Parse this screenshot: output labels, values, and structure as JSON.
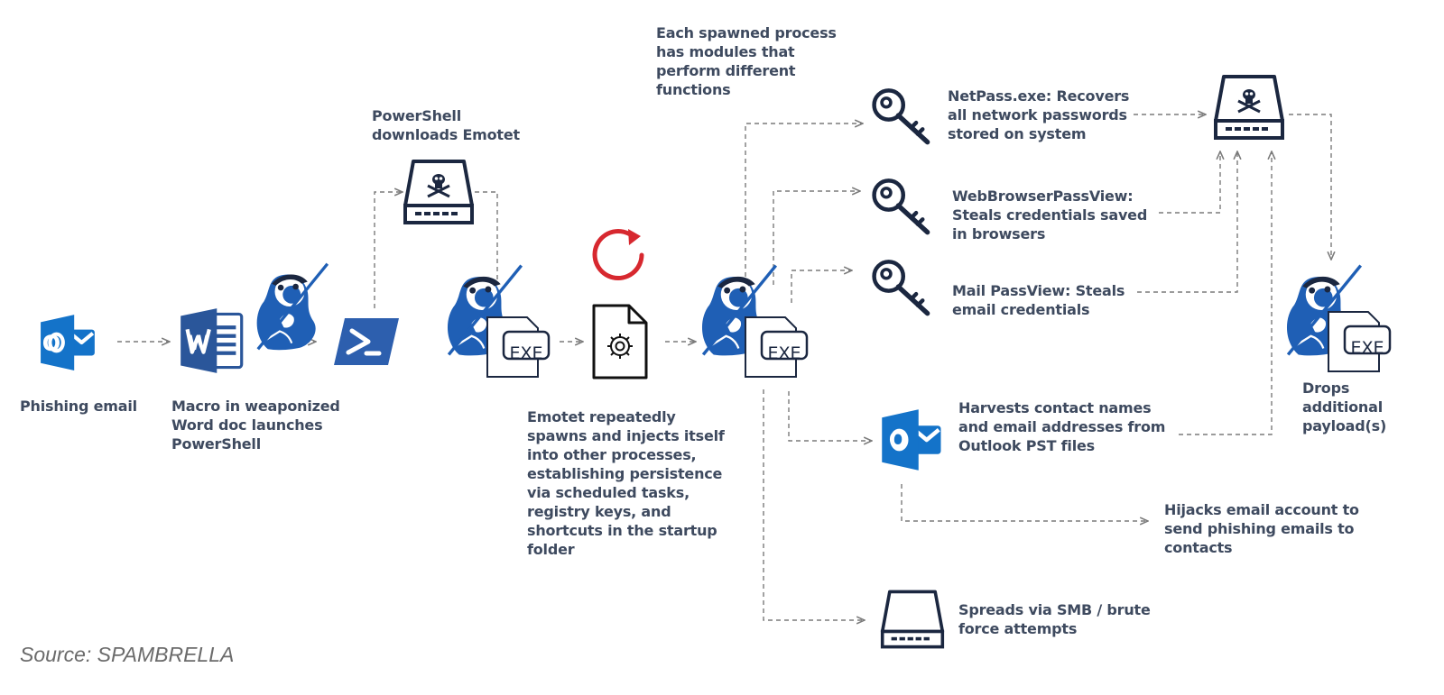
{
  "labels": {
    "phishing_email": "Phishing email",
    "macro": "Macro in weaponized\nWord doc launches\nPowerShell",
    "powershell_downloads": "PowerShell\ndownloads Emotet",
    "emotet_spawns": "Emotet repeatedly\nspawns and injects itself\ninto other  processes,\nestablishing persistence\nvia scheduled tasks,\nregistry keys,  and\nshortcuts in the startup\nfolder",
    "each_spawned": "Each spawned process\nhas  modules that\nperform different\nfunctions",
    "netpass": "NetPass.exe: Recovers\nall network passwords\nstored on system",
    "webbrowserpassview": "WebBrowserPassView:\nSteals credentials saved\nin browsers",
    "mailpassview": "Mail PassView: Steals\nemail credentials",
    "harvests": "Harvests contact names\nand email addresses from\nOutlook PST files",
    "hijacks": "Hijacks email account to\nsend phishing emails to\ncontacts",
    "spreads": "Spreads via SMB / brute\nforce attempts",
    "drops": "Drops\nadditional\npayload(s)"
  },
  "exe_label": "EXE",
  "outlook_letter": "O",
  "word_letter": "W",
  "source": "Source: SPAMBRELLA",
  "colors": {
    "brand_blue": "#1f5fb5",
    "outlook_blue": "#1473c9",
    "word_blue": "#2a569a",
    "powershell_blue": "#2d5fae",
    "text": "#3e4a5f",
    "navy": "#1b2740",
    "red": "#d7282f",
    "line": "#7a7a7a"
  },
  "icons": {
    "outlook": "outlook-icon",
    "word": "word-doc-icon",
    "emotet": "emotet-mascot-icon",
    "powershell": "powershell-icon",
    "server": "malicious-server-icon",
    "exe": "exe-file-icon",
    "refresh": "refresh-icon",
    "gear_doc": "gear-document-icon",
    "key": "key-icon",
    "drive": "drive-icon"
  }
}
